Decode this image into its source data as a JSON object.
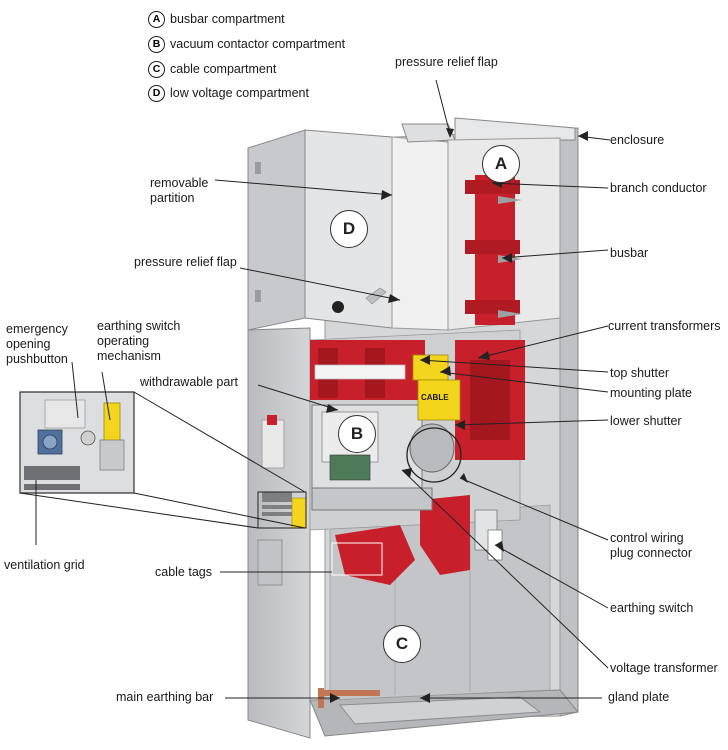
{
  "legend": [
    {
      "letter": "A",
      "text": "busbar compartment"
    },
    {
      "letter": "B",
      "text": "vacuum contactor compartment"
    },
    {
      "letter": "C",
      "text": "cable compartment"
    },
    {
      "letter": "D",
      "text": "low voltage compartment"
    }
  ],
  "compartment_markers": [
    "A",
    "B",
    "C",
    "D"
  ],
  "labels": {
    "pressure_relief_flap_top": "pressure relief flap",
    "enclosure": "enclosure",
    "removable_partition": "removable\npartition",
    "branch_conductor": "branch conductor",
    "busbar": "busbar",
    "pressure_relief_flap_mid": "pressure relief flap",
    "emergency_opening_pushbutton": "emergency\nopening\npushbutton",
    "earthing_switch_operating_mechanism": "earthing switch\noperating\nmechanism",
    "current_transformers": "current transformers",
    "withdrawable_part": "withdrawable part",
    "top_shutter": "top shutter",
    "mounting_plate": "mounting plate",
    "lower_shutter": "lower shutter",
    "control_wiring_plug_connector": "control wiring\nplug connector",
    "ventilation_grid": "ventilation grid",
    "cable_tags": "cable tags",
    "earthing_switch": "earthing switch",
    "voltage_transformer": "voltage transformer",
    "main_earthing_bar": "main earthing bar",
    "gland_plate": "gland plate"
  },
  "component_text": {
    "cable_sign": "CABLE"
  },
  "colors": {
    "red_parts": "#c8202a",
    "steel": "#d9dadc",
    "steel_dark": "#a9abae",
    "yellow_plate": "#f2d51c"
  }
}
